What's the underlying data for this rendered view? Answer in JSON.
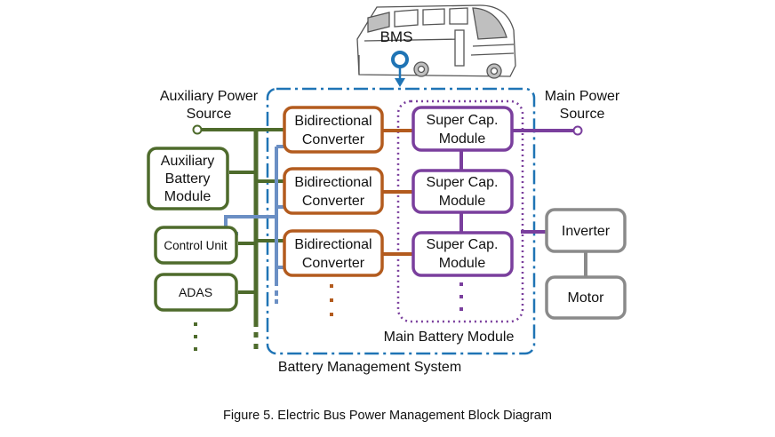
{
  "diagram": {
    "bms_label": "BMS",
    "aux_power_source": [
      "Auxiliary Power",
      "Source"
    ],
    "main_power_source": [
      "Main Power",
      "Source"
    ],
    "aux_battery_module": [
      "Auxiliary",
      "Battery",
      "Module"
    ],
    "control_unit": "Control Unit",
    "adas": "ADAS",
    "converters": [
      [
        "Bidirectional",
        "Converter"
      ],
      [
        "Bidirectional",
        "Converter"
      ],
      [
        "Bidirectional",
        "Converter"
      ]
    ],
    "supercaps": [
      [
        "Super Cap.",
        "Module"
      ],
      [
        "Super Cap.",
        "Module"
      ],
      [
        "Super Cap.",
        "Module"
      ]
    ],
    "inverter": "Inverter",
    "motor": "Motor",
    "main_battery_module_label": "Main Battery Module",
    "bms_system_label": "Battery Management System",
    "caption": "Figure 5. Electric Bus Power Management Block Diagram",
    "icons": [
      "bus-icon",
      "location-pin-icon"
    ]
  },
  "colors": {
    "green": "#4e6b2c",
    "orange": "#b35b1e",
    "purple": "#7a3f9d",
    "blue": "#1f74b5",
    "light_blue": "#6b8fc4",
    "gray": "#8a8a8a"
  }
}
